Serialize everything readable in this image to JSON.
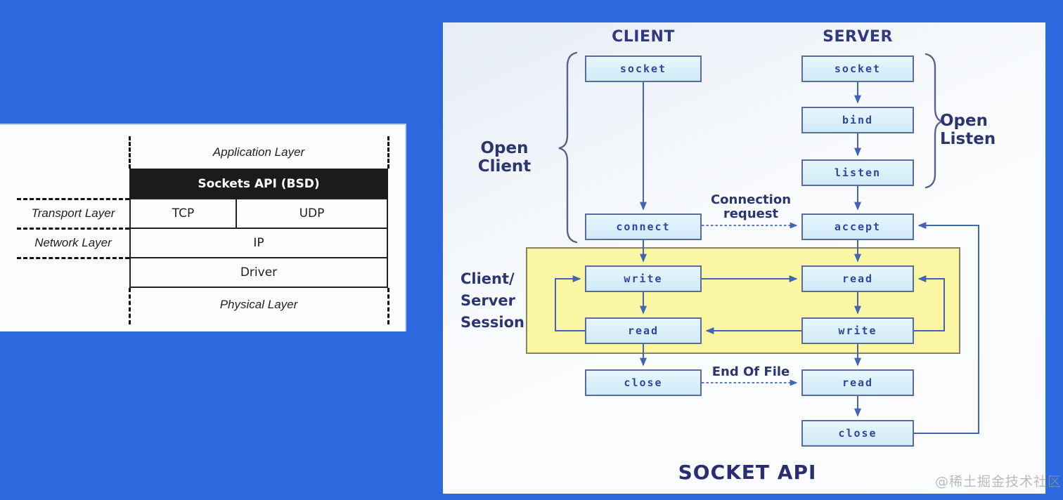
{
  "left_panel": {
    "table": {
      "application_layer": "Application Layer",
      "sockets_api": "Sockets API (BSD)",
      "tcp": "TCP",
      "udp": "UDP",
      "ip": "IP",
      "driver": "Driver",
      "physical_layer": "Physical Layer"
    },
    "side_labels": {
      "transport": "Transport Layer",
      "network": "Network Layer"
    }
  },
  "right_panel": {
    "client_title": "CLIENT",
    "server_title": "SERVER",
    "boxes": {
      "client_socket": "socket",
      "client_connect": "connect",
      "client_write": "write",
      "client_read": "read",
      "client_close": "close",
      "server_socket": "socket",
      "server_bind": "bind",
      "server_listen": "listen",
      "server_accept": "accept",
      "server_read": "read",
      "server_write": "write",
      "server_read2": "read",
      "server_close": "close"
    },
    "labels": {
      "open_client": "Open Client",
      "open_listen": "Open Listen",
      "session_line1": "Client/",
      "session_line2": "Server",
      "session_line3": "Session",
      "connection_request_line1": "Connection",
      "connection_request_line2": "request",
      "end_of_file": "End Of File",
      "main_title": "SOCKET API"
    },
    "colors": {
      "page_background": "#2c69df",
      "box_fill": "#d9f0fa",
      "box_border": "#5b6b9b",
      "box_text": "#2e479c",
      "arrow": "#4165b4",
      "session_fill": "#fbf6a3",
      "session_border": "#85855f",
      "label_text": "#2b356f",
      "title_text": "#292d72"
    }
  },
  "watermark": "@稀土掘金技术社区"
}
